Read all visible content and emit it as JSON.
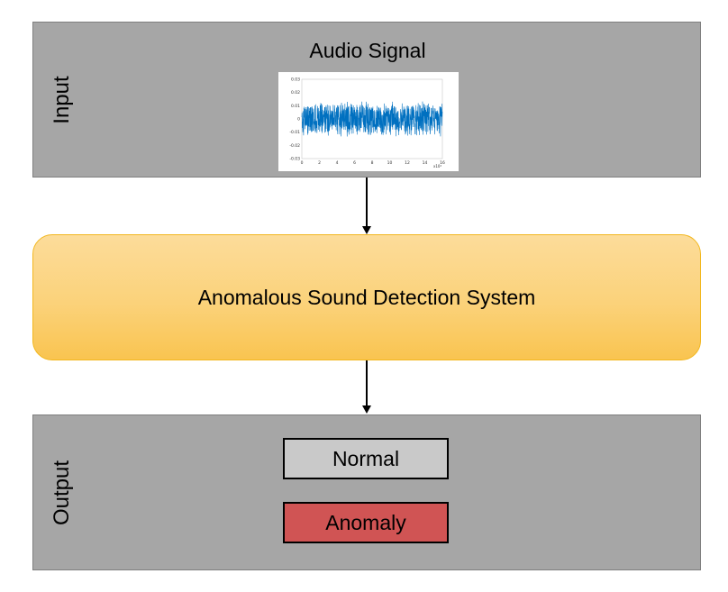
{
  "input": {
    "label": "Input",
    "title": "Audio Signal",
    "signal_plot": {
      "y_ticks": [
        "0.03",
        "0.02",
        "0.01",
        "0",
        "-0.01",
        "-0.02",
        "-0.03"
      ],
      "x_ticks": [
        "0",
        "2",
        "4",
        "6",
        "8",
        "10",
        "12",
        "14",
        "16"
      ],
      "x_exponent": "x10⁴",
      "line_color": "#0070c0"
    }
  },
  "system": {
    "label": "Anomalous Sound Detection System"
  },
  "output": {
    "label": "Output",
    "classes": [
      "Normal",
      "Anomaly"
    ],
    "colors": {
      "normal": "#c9c9c9",
      "anomaly": "#d05454"
    }
  }
}
